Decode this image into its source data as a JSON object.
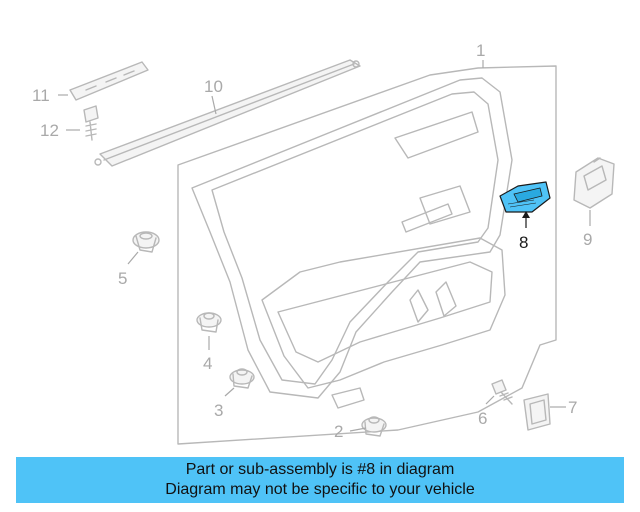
{
  "callouts": {
    "c1": "1",
    "c2": "2",
    "c3": "3",
    "c4": "4",
    "c5": "5",
    "c6": "6",
    "c7": "7",
    "c8": "8",
    "c9": "9",
    "c10": "10",
    "c11": "11",
    "c12": "12"
  },
  "highlighted_part": "8",
  "colors": {
    "highlight_part": "#4fc3f7",
    "caption_bar": "#4fc3f7",
    "line_art": "#b8b8b8",
    "callout_text": "#a9a9a9",
    "active_callout": "#1a1a1a"
  },
  "caption": {
    "line1": "Part or sub-assembly is #8 in diagram",
    "line2": "Diagram may not be specific to your vehicle"
  }
}
